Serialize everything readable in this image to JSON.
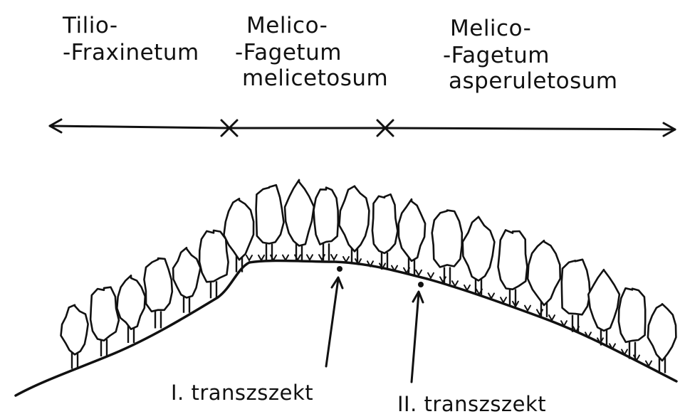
{
  "zones": [
    {
      "lines": [
        "Tilio-",
        "-Fraxinetum"
      ]
    },
    {
      "lines": [
        "Melico-",
        "-Fagetum",
        "melicetosum"
      ]
    },
    {
      "lines": [
        "Melico-",
        "-Fagetum",
        "asperuletosum"
      ]
    }
  ],
  "transects": [
    {
      "label": "I. transzszekt"
    },
    {
      "label": "II. transzszekt"
    }
  ],
  "colors": {
    "ink": "#111111",
    "paper": "#ffffff"
  }
}
